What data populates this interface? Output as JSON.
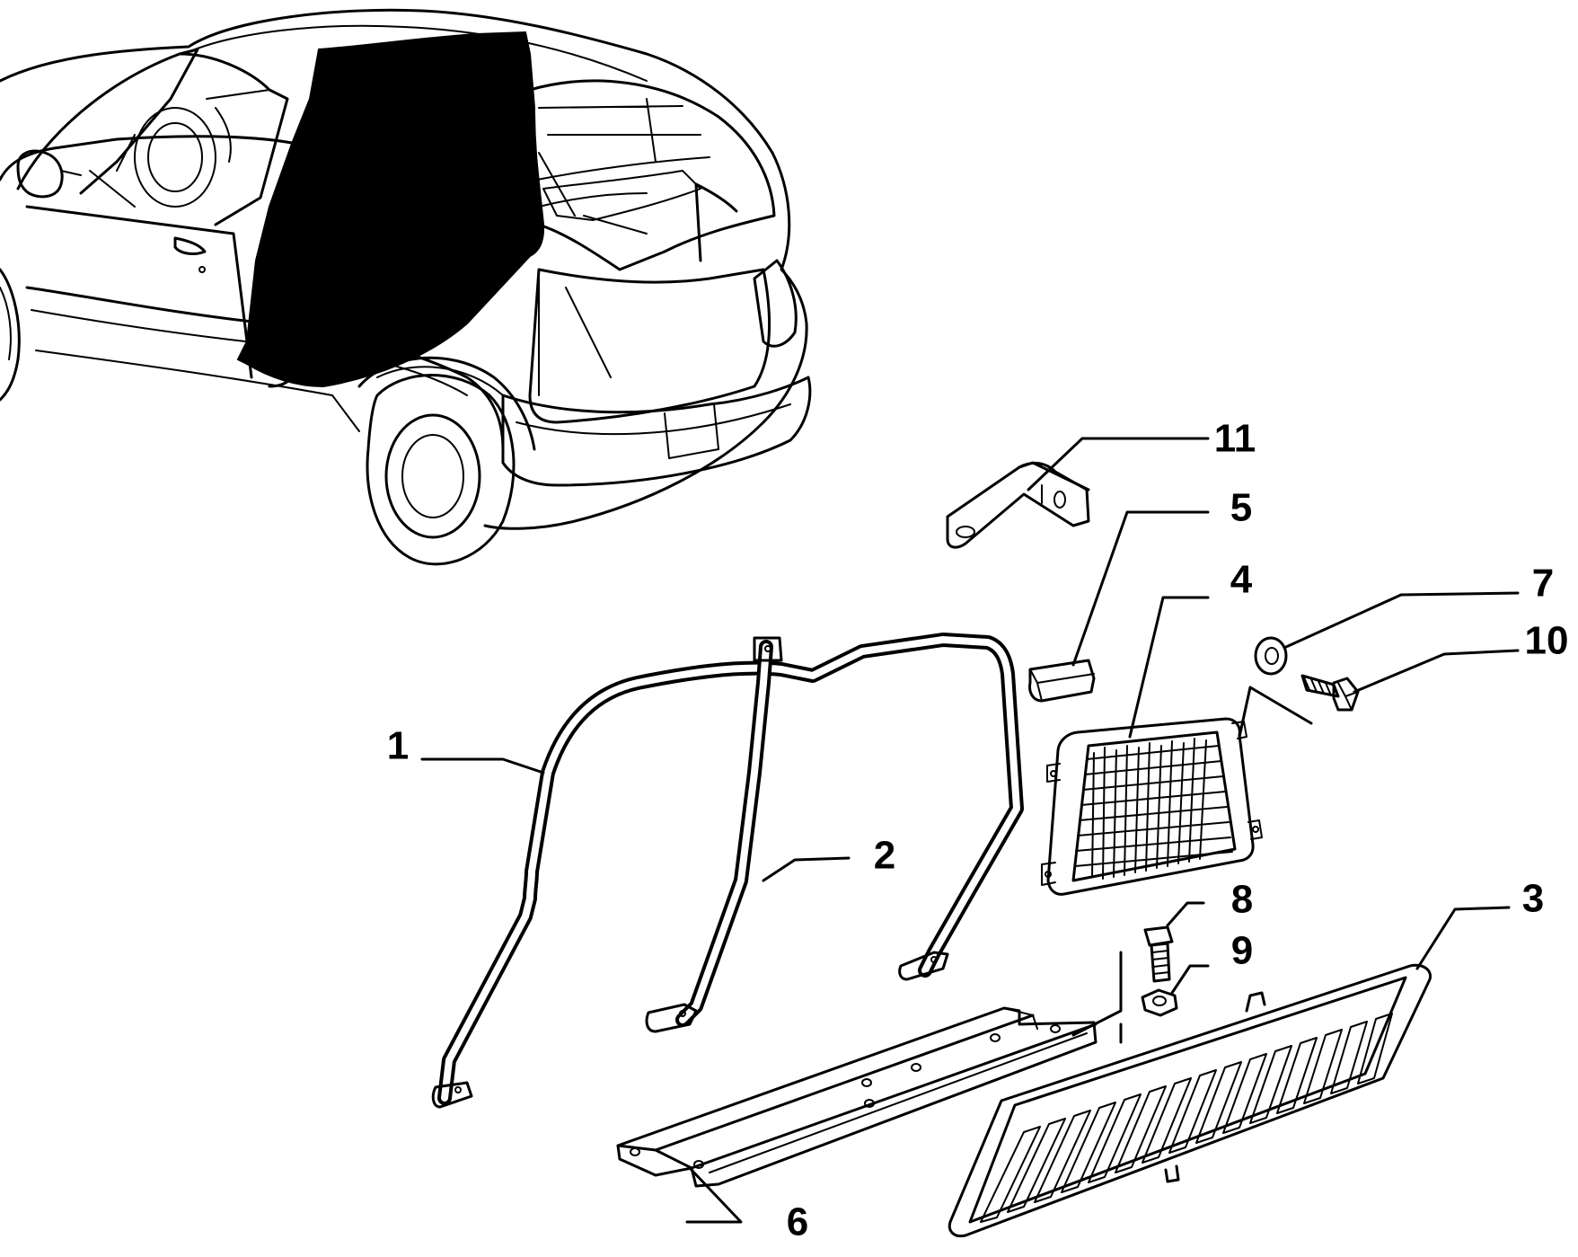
{
  "colors": {
    "ink": "#000000",
    "paper": "#ffffff"
  },
  "callouts": [
    {
      "id": "1",
      "label": "1"
    },
    {
      "id": "2",
      "label": "2"
    },
    {
      "id": "3",
      "label": "3"
    },
    {
      "id": "4",
      "label": "4"
    },
    {
      "id": "5",
      "label": "5"
    },
    {
      "id": "6",
      "label": "6"
    },
    {
      "id": "7",
      "label": "7"
    },
    {
      "id": "8",
      "label": "8"
    },
    {
      "id": "9",
      "label": "9"
    },
    {
      "id": "10",
      "label": "10"
    },
    {
      "id": "11",
      "label": "11"
    }
  ]
}
